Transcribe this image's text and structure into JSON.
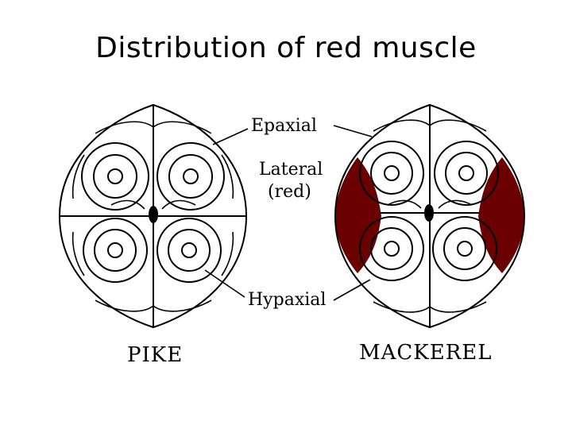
{
  "title": "Distribution of red muscle",
  "labels": {
    "epaxial": "Epaxial",
    "lateral_line1": "Lateral",
    "lateral_line2": "(red)",
    "hypaxial": "Hypaxial",
    "pike": "PIKE",
    "mackerel": "MACKEREL"
  },
  "colors": {
    "red_muscle": "#6b0000",
    "outline": "#000000",
    "background": "#ffffff"
  }
}
